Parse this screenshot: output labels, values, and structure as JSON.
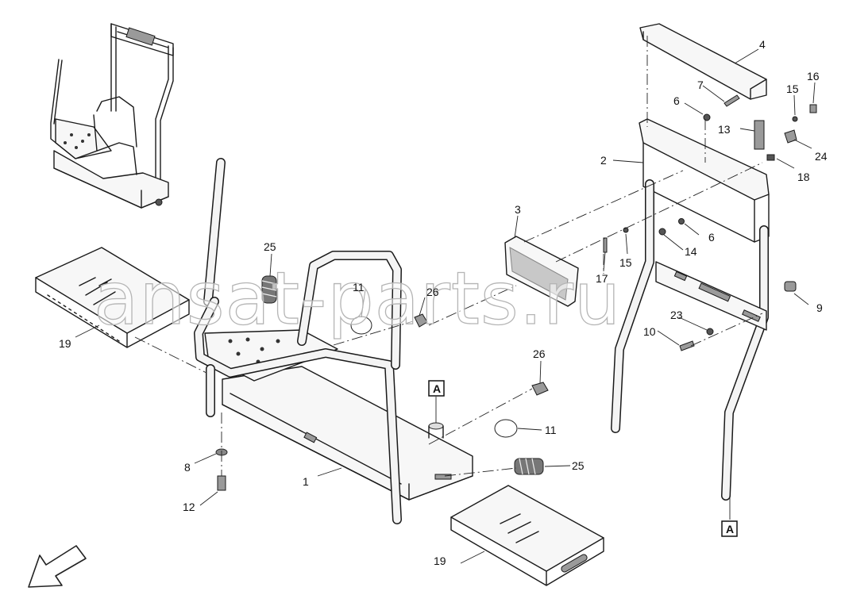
{
  "watermark": "ansat-parts.ru",
  "callouts": [
    {
      "id": "c1",
      "label": "1"
    },
    {
      "id": "c2",
      "label": "2"
    },
    {
      "id": "c3",
      "label": "3"
    },
    {
      "id": "c4",
      "label": "4"
    },
    {
      "id": "c6a",
      "label": "6"
    },
    {
      "id": "c6b",
      "label": "6"
    },
    {
      "id": "c7",
      "label": "7"
    },
    {
      "id": "c8",
      "label": "8"
    },
    {
      "id": "c9",
      "label": "9"
    },
    {
      "id": "c10",
      "label": "10"
    },
    {
      "id": "c11a",
      "label": "11"
    },
    {
      "id": "c11b",
      "label": "11"
    },
    {
      "id": "c12",
      "label": "12"
    },
    {
      "id": "c13",
      "label": "13"
    },
    {
      "id": "c14",
      "label": "14"
    },
    {
      "id": "c15a",
      "label": "15"
    },
    {
      "id": "c15b",
      "label": "15"
    },
    {
      "id": "c16",
      "label": "16"
    },
    {
      "id": "c17",
      "label": "17"
    },
    {
      "id": "c18",
      "label": "18"
    },
    {
      "id": "c19a",
      "label": "19"
    },
    {
      "id": "c19b",
      "label": "19"
    },
    {
      "id": "c23",
      "label": "23"
    },
    {
      "id": "c24",
      "label": "24"
    },
    {
      "id": "c25a",
      "label": "25"
    },
    {
      "id": "c25b",
      "label": "25"
    },
    {
      "id": "c26a",
      "label": "26"
    },
    {
      "id": "c26b",
      "label": "26"
    }
  ],
  "references": [
    {
      "id": "refA1",
      "label": "A"
    },
    {
      "id": "refA2",
      "label": "A"
    }
  ],
  "icons": {
    "direction_arrow": "front-direction-arrow-icon"
  }
}
